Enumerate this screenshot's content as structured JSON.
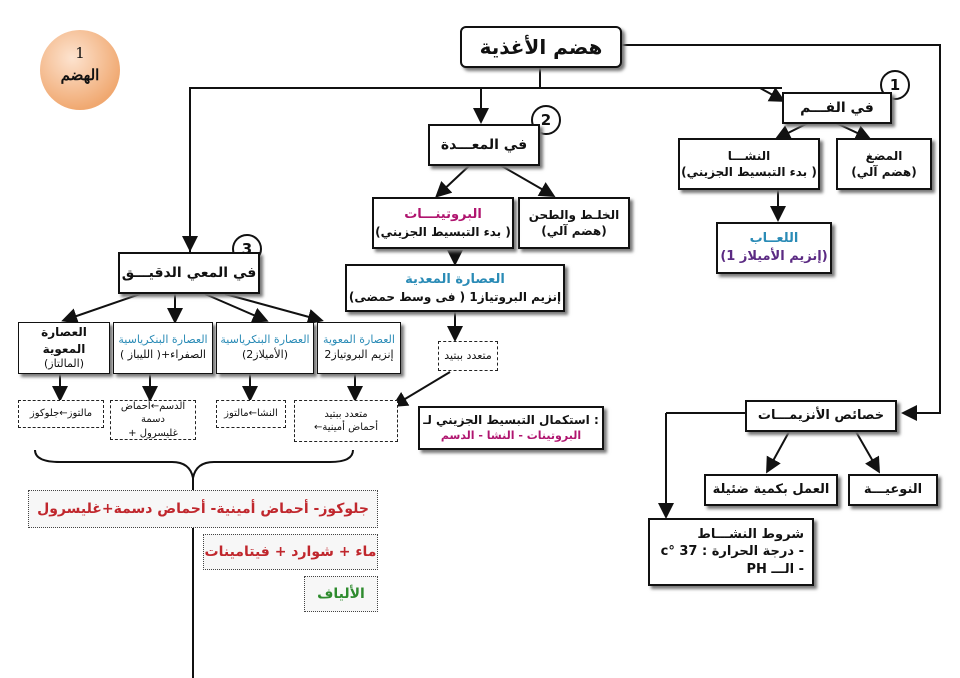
{
  "badge": {
    "number": "1",
    "label": "الهضم"
  },
  "title": "هضم الأغذية",
  "steps": {
    "mouth": "1",
    "stomach": "2",
    "intestine": "3"
  },
  "mouth": {
    "heading": "في الفـــم",
    "chewing": {
      "line1": "المضغ",
      "line2": "(هضم آلي)"
    },
    "starch": {
      "line1": "النشـــا",
      "line2": "(بدء التبسيط الجزيني )"
    },
    "saliva": {
      "line1": "اللعــاب",
      "line2": "(إنزيم الأميلاز 1)"
    }
  },
  "stomach": {
    "heading": "في المعـــدة",
    "mixing": {
      "line1": "الخلـط والطحن",
      "line2": "(هضم آلي)"
    },
    "proteins": {
      "line1": "البروتينـــات",
      "line2": "(بدء التبسيط الجزيني )"
    },
    "gastric": {
      "line1": "العصارة المعدية",
      "line2": "إنزيم البروتياز1 ( فى وسط حمضى)"
    },
    "polypeptide": "متعدد ببتيد"
  },
  "intestine": {
    "heading": "في المعي الدقيـــق",
    "juices": [
      {
        "line1": "العصارة المعوية",
        "line2": "(المالتاز)"
      },
      {
        "line1": "العصارة البنكرياسية",
        "line2": "( الليباز )+الصفراء"
      },
      {
        "line1": "العصارة البنكرياسية",
        "line2": "(الأميلاز2)"
      },
      {
        "line1": "العصارة المعوية",
        "line2": "إنزيم البروتياز2"
      }
    ],
    "products": [
      {
        "line1": "مالتوز←جلوكوز",
        "line2": ""
      },
      {
        "line1": "الدسم←أحماض دسمة",
        "line2": "+ غليسرول"
      },
      {
        "line1": "النشا←مالتوز",
        "line2": ""
      },
      {
        "line1": "متعدد ببتيد",
        "line2": "←أحماض أمينية"
      }
    ]
  },
  "completion": {
    "line1": "استكمال التبسيط الجزيني لـ :",
    "line2": "البروتينات - النشا - الدسم"
  },
  "results": {
    "line1": "جلوكوز- أحماض أمينية- أحماض دسمة+غليسرول",
    "line2": "ماء + شوارد + فيتامينات",
    "line3": "الألياف"
  },
  "enzymes": {
    "heading": "خصائص الأنزيمـــات",
    "specificity": "النوعيـــة",
    "small_amount": "العمل بكمية ضئيلة",
    "conditions": {
      "title": "شروط النشـــاط",
      "temp": "- درجة الحرارة : 37 °c",
      "ph": "- الـــ PH"
    }
  },
  "colors": {
    "pink": "#b0156f",
    "teal": "#2a8bb6",
    "navy": "#2b2480",
    "red": "#c0272d",
    "green": "#2e8b2e",
    "badge": "#f0a870"
  }
}
